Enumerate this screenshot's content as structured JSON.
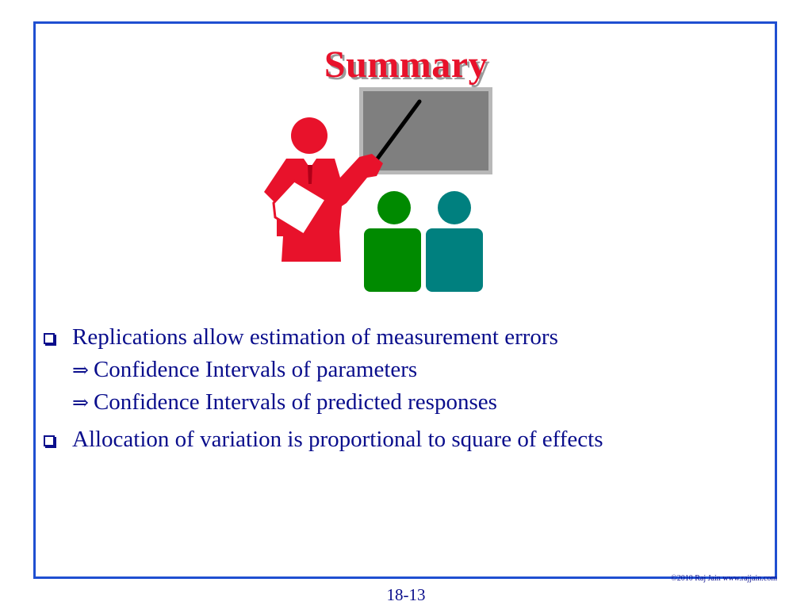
{
  "slide": {
    "title": "Summary",
    "bullets": [
      {
        "text": "Replications allow estimation of measurement errors",
        "sub": [
          "Confidence Intervals of parameters",
          "Confidence Intervals of predicted responses"
        ]
      },
      {
        "text": "Allocation of variation is proportional to square of effects",
        "sub": []
      }
    ],
    "implies_symbol": "⇒",
    "copyright": "©2010 Raj Jain www.rajjain.com",
    "page_number": "18-13"
  },
  "icons": {
    "illustration": "presenter-with-audience-icon",
    "bullet": "hollow-square-bullet-icon"
  },
  "colors": {
    "frame": "#1f4fd1",
    "title": "#e8122b",
    "text": "#0a0e8c",
    "presenter": "#e8122b",
    "audience_left": "#008a00",
    "audience_right": "#00807f",
    "board": "#7f7f7f"
  }
}
